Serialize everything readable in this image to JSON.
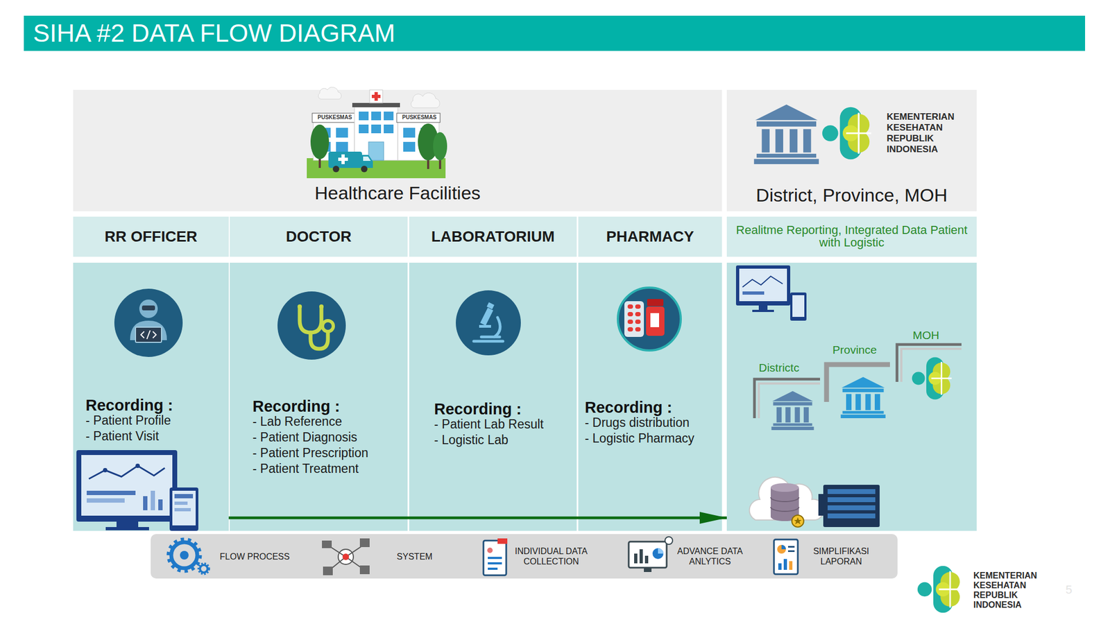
{
  "diagram": {
    "title": "SIHA #2 DATA FLOW DIAGRAM",
    "nodes": [
      {
        "text": [
          "Healthcare Facilities"
        ]
      },
      {
        "text": [
          "KEMENTERIAN KESEHATAN REPUBLIK INDONESIA",
          "District, Province, MOH"
        ]
      },
      {
        "text": [
          "RR OFFICER"
        ]
      },
      {
        "text": [
          "DOCTOR"
        ]
      },
      {
        "text": [
          "LABORATORIUM"
        ]
      },
      {
        "text": [
          "PHARMACY"
        ]
      },
      {
        "text": [
          "Realitme Reporting, Integrated Data Patient with Logistic"
        ]
      },
      {
        "text": [
          "Recording :",
          "- Patient Profile",
          "- Patient Visit"
        ]
      },
      {
        "text": [
          "Recording :",
          "- Lab Reference",
          "- Patient Diagnosis",
          "- Patient Prescription",
          "- Patient Treatment"
        ]
      },
      {
        "text": [
          "Recording :",
          "- Patient Lab Result",
          "- Logistic Lab"
        ]
      },
      {
        "text": [
          "Recording :",
          "- Drugs distribution",
          "- Logistic Pharmacy"
        ]
      },
      {
        "text": [
          "Districtc",
          "Province",
          "MOH"
        ]
      },
      {
        "text": [
          "FLOW PROCESS",
          "SYSTEM",
          "INDIVIDUAL DATA COLLECTION",
          "ADVANCE DATA ANLYTICS",
          "SIMPLIFIKASI LAPORAN"
        ]
      }
    ],
    "edges": [
      {
        "from": 7,
        "to": 11,
        "arrow": "to"
      }
    ],
    "labels": [
      "PUSKESMAS",
      "PUSKESMAS",
      "KEMENTERIAN KESEHATAN REPUBLIK INDONESIA",
      "5"
    ]
  }
}
